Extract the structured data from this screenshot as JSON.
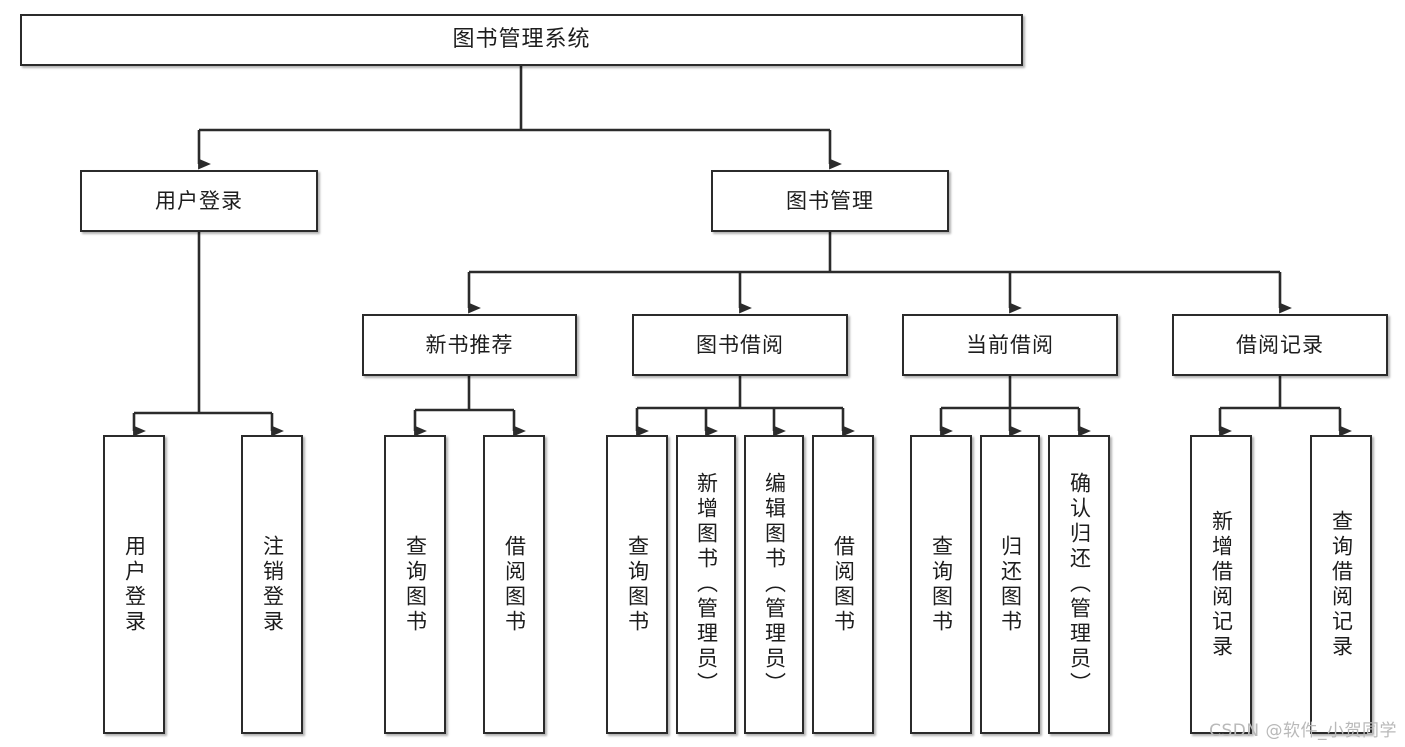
{
  "diagram": {
    "title": "图书管理系统",
    "type": "tree",
    "watermark": "CSDN @软件_小贺同学",
    "colors": {
      "box_border": "#2b2b2b",
      "box_fill": "#ffffff",
      "connector": "#2b2b2b",
      "text": "#1d1d1d",
      "watermark": "#b9b9b9",
      "background": "#ffffff"
    },
    "nodes": {
      "root": {
        "label": "图书管理系统"
      },
      "level2": [
        {
          "id": "user-login",
          "label": "用户登录"
        },
        {
          "id": "book-management",
          "label": "图书管理"
        }
      ],
      "level3": [
        {
          "id": "new-book-recommend",
          "label": "新书推荐"
        },
        {
          "id": "book-borrow",
          "label": "图书借阅"
        },
        {
          "id": "current-borrow",
          "label": "当前借阅"
        },
        {
          "id": "borrow-record",
          "label": "借阅记录"
        }
      ],
      "leaves": {
        "user-login": [
          {
            "id": "leaf-user-login",
            "label": "用户登录"
          },
          {
            "id": "leaf-user-logout",
            "label": "注销登录"
          }
        ],
        "new-book-recommend": [
          {
            "id": "leaf-query-book-1",
            "label": "查询图书"
          },
          {
            "id": "leaf-borrow-book-1",
            "label": "借阅图书"
          }
        ],
        "book-borrow": [
          {
            "id": "leaf-query-book-2",
            "label": "查询图书"
          },
          {
            "id": "leaf-add-book",
            "label": "新增图书（管理员）"
          },
          {
            "id": "leaf-edit-book",
            "label": "编辑图书（管理员）"
          },
          {
            "id": "leaf-borrow-book-2",
            "label": "借阅图书"
          }
        ],
        "current-borrow": [
          {
            "id": "leaf-query-book-3",
            "label": "查询图书"
          },
          {
            "id": "leaf-return-book",
            "label": "归还图书"
          },
          {
            "id": "leaf-confirm-return",
            "label": "确认归还（管理员）"
          }
        ],
        "borrow-record": [
          {
            "id": "leaf-add-record",
            "label": "新增借阅记录"
          },
          {
            "id": "leaf-query-record",
            "label": "查询借阅记录"
          }
        ]
      }
    }
  }
}
